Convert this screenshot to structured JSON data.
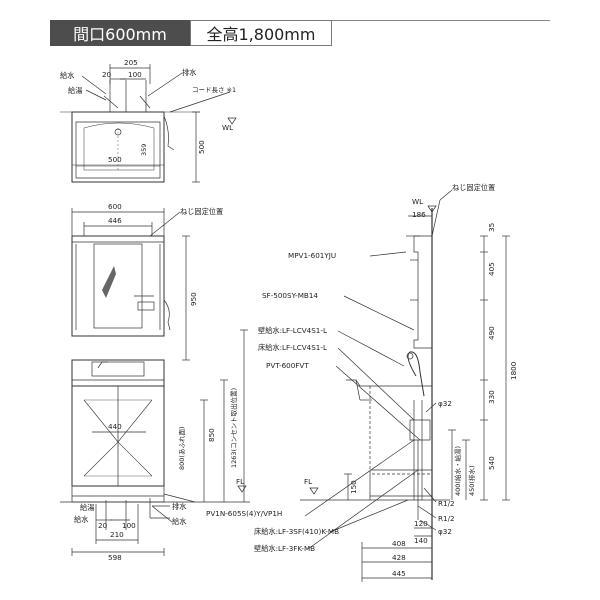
{
  "header": {
    "width_label": "間口600mm",
    "height_label": "全高1,800mm"
  },
  "plan_view": {
    "labels": {
      "kyusui": "給水",
      "kyuto": "給湯",
      "haisui": "排水",
      "cord": "コード長さ ※1"
    },
    "dims": {
      "d205": "205",
      "d20": "20",
      "d100": "100",
      "d500_width": "500",
      "d359": "359",
      "d500_depth": "500",
      "wl": "WL"
    }
  },
  "front_view": {
    "labels": {
      "screw": "ねじ固定位置",
      "kyusui": "給水",
      "kyuto": "給湯",
      "haisui": "排水",
      "kyusui2": "給水",
      "fl": "FL",
      "outlet": "1263(コンセント取出位置)",
      "floor_height": "800(あふれ面)"
    },
    "dims": {
      "d600": "600",
      "d446": "446",
      "d950": "950",
      "d440": "440",
      "d850": "850",
      "d20": "20",
      "d100": "100",
      "d210": "210",
      "d598": "598"
    }
  },
  "side_view": {
    "labels": {
      "wl": "WL",
      "screw": "ねじ固定位置",
      "fl": "FL",
      "drain_height": "400(給水・給湯)",
      "drain_height2": "450(排水)"
    },
    "dims": {
      "d186": "186",
      "d35": "35",
      "d405": "405",
      "d490": "490",
      "d330": "330",
      "d540": "540",
      "d1800": "1800",
      "d150": "150",
      "phi32a": "φ32",
      "phi32b": "φ32",
      "r12a": "R1/2",
      "r12b": "R1/2",
      "d120": "120",
      "d140": "140",
      "d408": "408",
      "d428": "428",
      "d445": "445"
    }
  },
  "parts": {
    "mirror": "MPV1-601YJU",
    "light": "SF-500SY-MB14",
    "wall_supply": "壁給水:LF-LCV4S1-L",
    "floor_supply": "床給水:LF-LCV4S1-L",
    "vanity": "PVT-600FVT",
    "cabinet": "PV1N-605S(4)Y/VP1H",
    "floor_supply2": "床給水:LF-3SF(410)K-MB",
    "wall_supply2": "壁給水:LF-3FK-MB"
  }
}
